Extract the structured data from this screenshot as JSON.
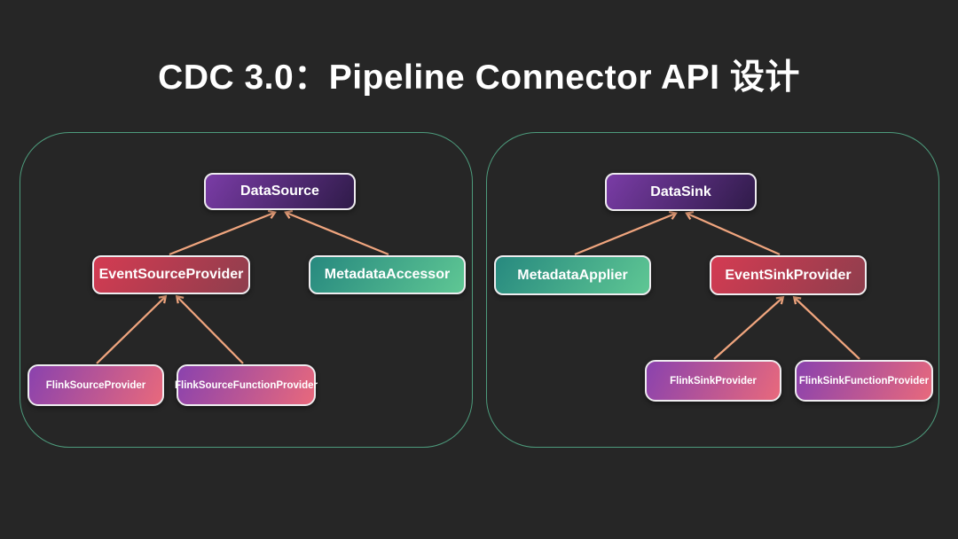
{
  "title": "CDC 3.0：Pipeline Connector API 设计",
  "colors": {
    "background": "#262626",
    "title_text": "#ffffff",
    "panel_border": "#4d9b7c",
    "arrow": "#f0a57e",
    "node_border": "#eeecef",
    "node_text": "#ffffff",
    "purple_start": "#7a3ca6",
    "purple_end": "#2f1b49",
    "red_start": "#d43b52",
    "red_end": "#8e3e4d",
    "teal_start": "#27897f",
    "teal_end": "#5fc794",
    "pink_start": "#8a42ae",
    "pink_end": "#e8697c"
  },
  "diagram": {
    "panels": [
      {
        "id": "source",
        "nodes": [
          {
            "label": "DataSource",
            "color": "purple"
          },
          {
            "label": "EventSourceProvider",
            "color": "red"
          },
          {
            "label": "MetadataAccessor",
            "color": "teal"
          },
          {
            "label": "FlinkSourceProvider",
            "color": "pink"
          },
          {
            "label": "FlinkSourceFunctionProvider",
            "color": "pink"
          }
        ],
        "edges": [
          {
            "from": "EventSourceProvider",
            "to": "DataSource"
          },
          {
            "from": "MetadataAccessor",
            "to": "DataSource"
          },
          {
            "from": "FlinkSourceProvider",
            "to": "EventSourceProvider"
          },
          {
            "from": "FlinkSourceFunctionProvider",
            "to": "EventSourceProvider"
          }
        ]
      },
      {
        "id": "sink",
        "nodes": [
          {
            "label": "DataSink",
            "color": "purple"
          },
          {
            "label": "MetadataApplier",
            "color": "teal"
          },
          {
            "label": "EventSinkProvider",
            "color": "red"
          },
          {
            "label": "FlinkSinkProvider",
            "color": "pink"
          },
          {
            "label": "FlinkSinkFunctionProvider",
            "color": "pink"
          }
        ],
        "edges": [
          {
            "from": "MetadataApplier",
            "to": "DataSink"
          },
          {
            "from": "EventSinkProvider",
            "to": "DataSink"
          },
          {
            "from": "FlinkSinkProvider",
            "to": "EventSinkProvider"
          },
          {
            "from": "FlinkSinkFunctionProvider",
            "to": "EventSinkProvider"
          }
        ]
      }
    ]
  }
}
